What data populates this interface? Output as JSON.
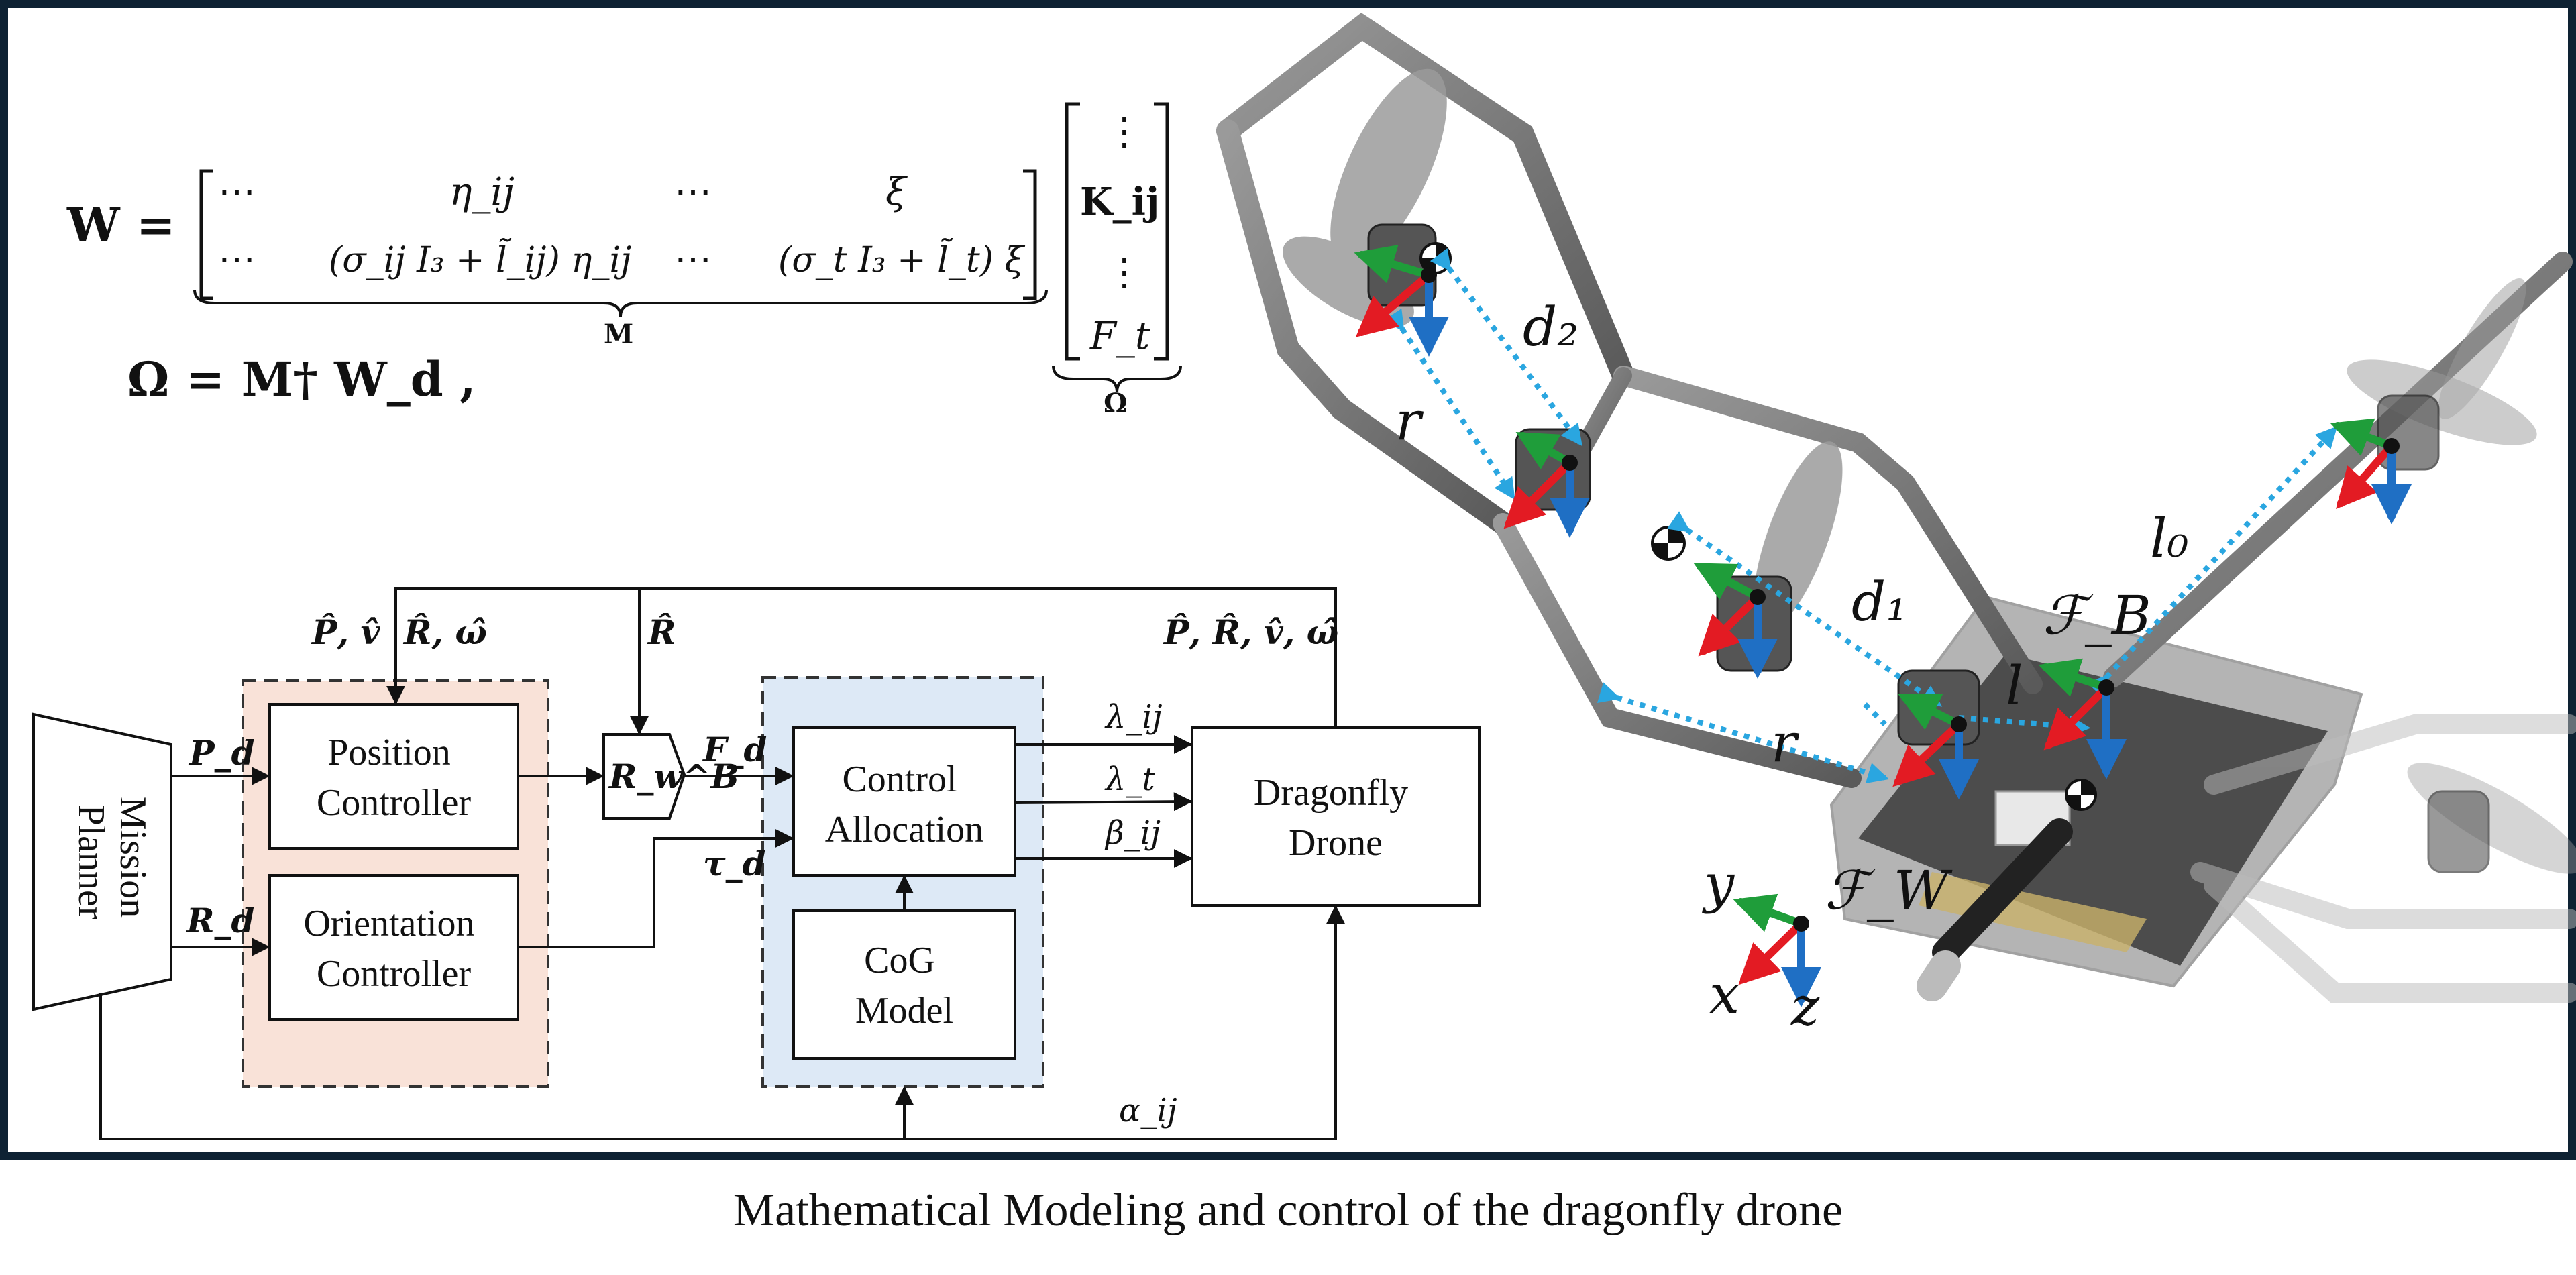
{
  "equations": {
    "w_lhs": "W =",
    "row1": [
      "⋯",
      "η_ij",
      "⋯",
      "ξ"
    ],
    "row2": [
      "⋯",
      "(σ_ij I₃ + l̃_ij) η_ij",
      "⋯",
      "(σ_t I₃ + l̃_t) ξ"
    ],
    "vector": [
      "⋮",
      "K_ij",
      "⋮",
      "F_t"
    ],
    "m_label": "M",
    "omega_label": "Ω",
    "omega_eq": "Ω = M† W_d ,"
  },
  "blocks": {
    "mission_planner": [
      "Mission",
      "Planner"
    ],
    "position_controller": [
      "Position",
      "Controller"
    ],
    "orientation_controller": [
      "Orientation",
      "Controller"
    ],
    "control_allocation": [
      "Control",
      "Allocation"
    ],
    "cog_model": [
      "CoG",
      "Model"
    ],
    "dragonfly_drone": [
      "Dragonfly",
      "Drone"
    ],
    "rotation": "R_w^B"
  },
  "signals": {
    "p_hat_v_hat": "P̂, v̂",
    "r_hat_w_hat": "R̂, ω̂",
    "r_hat": "R̂",
    "feedback_all": "P̂, R̂, v̂, ω̂",
    "p_d": "P_d",
    "r_d": "R_d",
    "f_d": "F_d",
    "tau_d": "τ_d",
    "lambda_ij": "λ_ij",
    "lambda_t": "λ_t",
    "beta_ij": "β_ij",
    "alpha_ij": "α_ij"
  },
  "drone_labels": {
    "d2": "d₂",
    "d1": "d₁",
    "r_top": "r",
    "r_bottom": "r",
    "l0": "l₀",
    "l": "l",
    "frame_b": "ℱ_B",
    "frame_w": "ℱ_W",
    "axis_x": "x",
    "axis_y": "y",
    "axis_z": "z"
  },
  "colors": {
    "frame_border": "#0e2233",
    "position_group_fill": "#f9e2d8",
    "allocation_group_fill": "#dde9f6",
    "axis_x": "#e31b23",
    "axis_y": "#1f9d3a",
    "axis_z": "#1f6fc4",
    "distance_line": "#2aa6e0"
  },
  "caption": "Mathematical Modeling and control of the dragonfly drone"
}
